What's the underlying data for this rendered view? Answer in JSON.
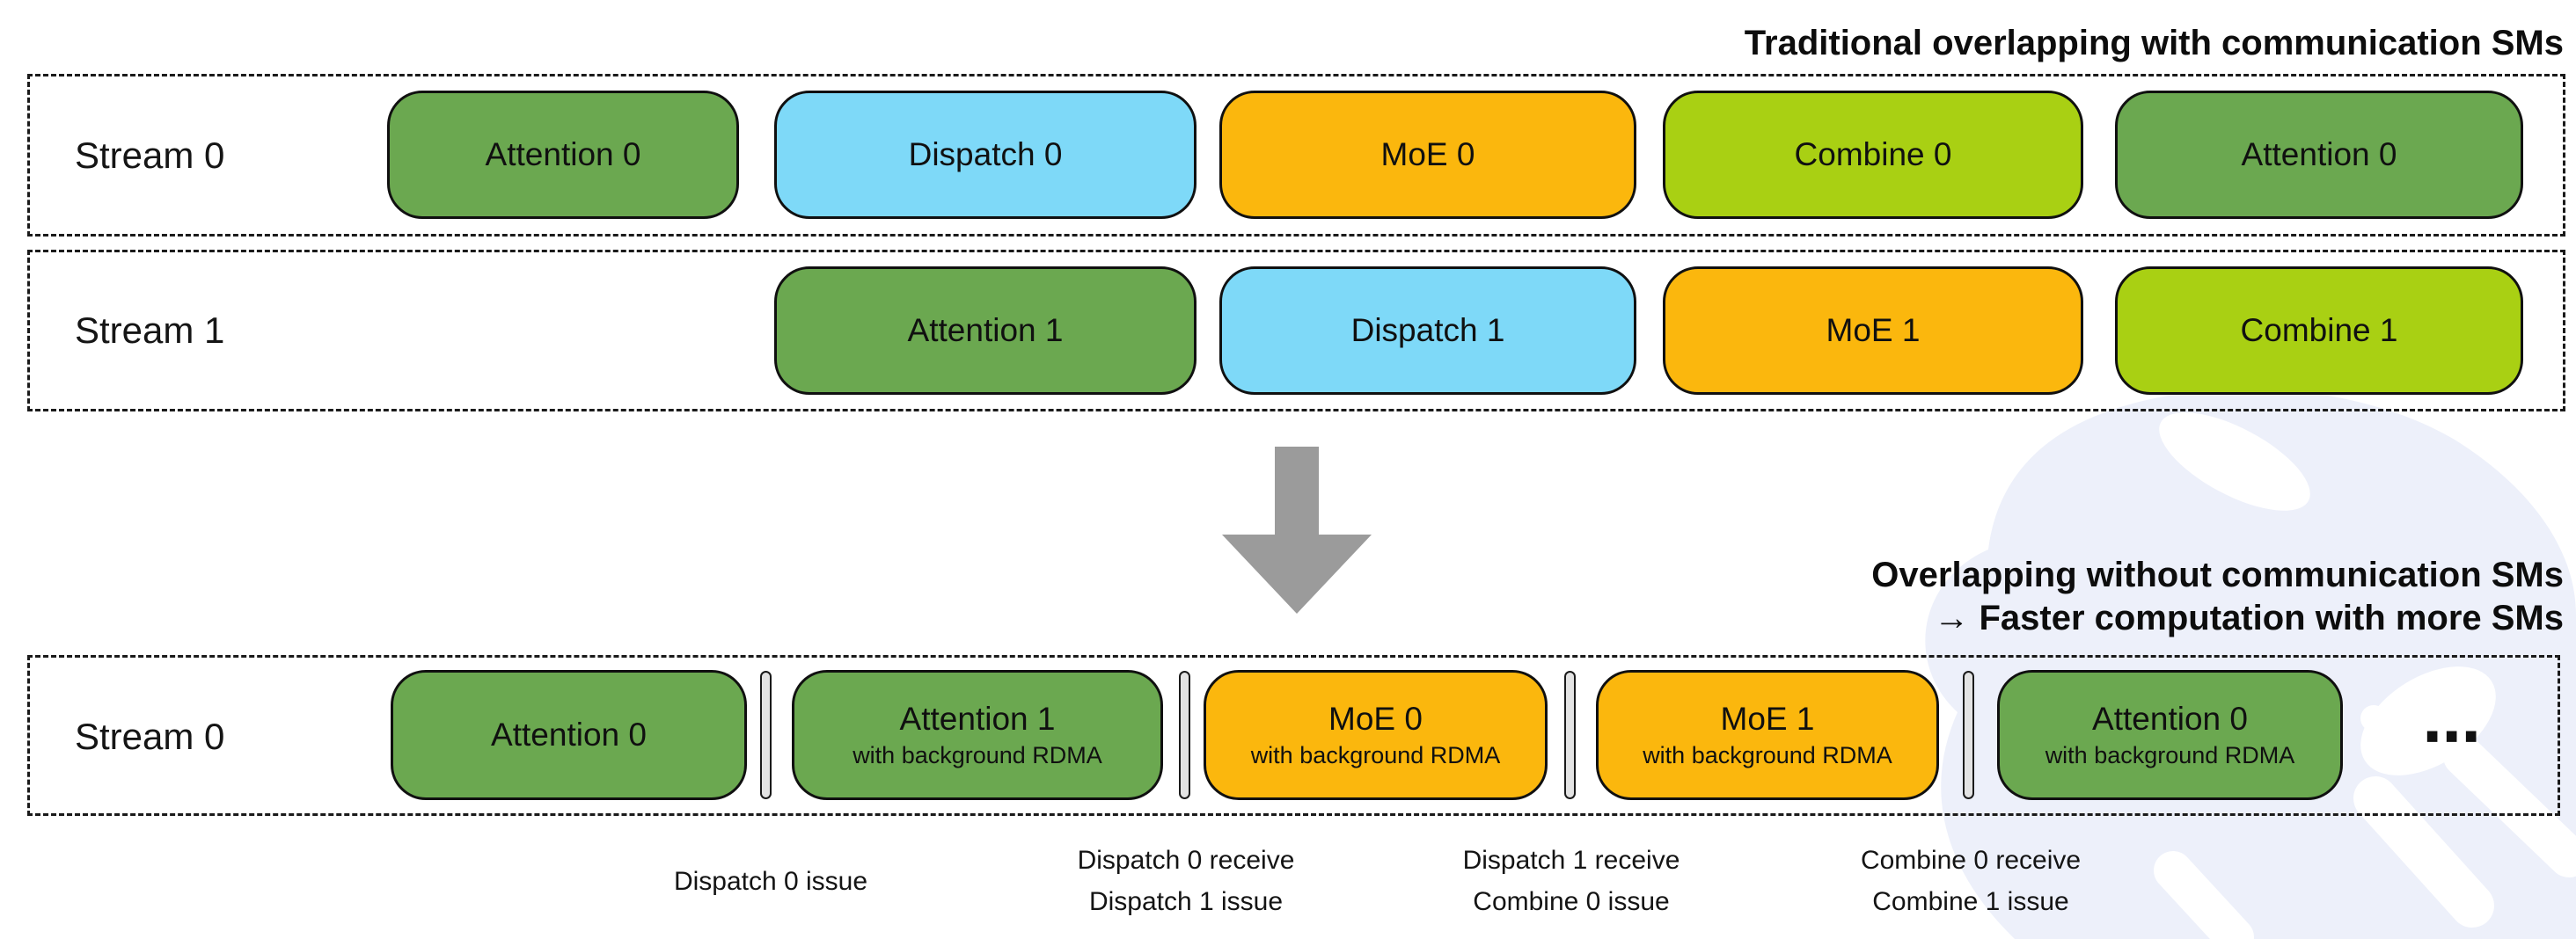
{
  "palette": {
    "attention": "#6ba850",
    "dispatch": "#7ed9f8",
    "moe": "#fbb70d",
    "combine": "#a9d013",
    "bar_fill": "#e3e3e3",
    "arrow": "#9b9b9b",
    "watermark": "#edf0fa",
    "border": "#101010",
    "text": "#111111"
  },
  "traditional": {
    "title": "Traditional overlapping with communication SMs",
    "stream0": {
      "label": "Stream 0",
      "blocks": [
        "Attention 0",
        "Dispatch 0",
        "MoE 0",
        "Combine 0",
        "Attention 0"
      ]
    },
    "stream1": {
      "label": "Stream 1",
      "blocks": [
        "Attention 1",
        "Dispatch 1",
        "MoE 1",
        "Combine 1"
      ]
    }
  },
  "optimized": {
    "title_line1": "Overlapping without communication SMs",
    "title_line2": "→ Faster computation with more SMs",
    "stream0": {
      "label": "Stream 0",
      "blocks": [
        {
          "label": "Attention 0",
          "sublabel": ""
        },
        {
          "label": "Attention 1",
          "sublabel": "with background RDMA"
        },
        {
          "label": "MoE 0",
          "sublabel": "with background RDMA"
        },
        {
          "label": "MoE 1",
          "sublabel": "with background RDMA"
        },
        {
          "label": "Attention 0",
          "sublabel": "with background RDMA"
        }
      ],
      "ellipsis": "⋯"
    },
    "annotations": [
      {
        "line1": "Dispatch 0 issue",
        "line2": ""
      },
      {
        "line1": "Dispatch 0 receive",
        "line2": "Dispatch 1 issue"
      },
      {
        "line1": "Dispatch 1 receive",
        "line2": "Combine 0 issue"
      },
      {
        "line1": "Combine 0 receive",
        "line2": "Combine 1 issue"
      }
    ]
  }
}
